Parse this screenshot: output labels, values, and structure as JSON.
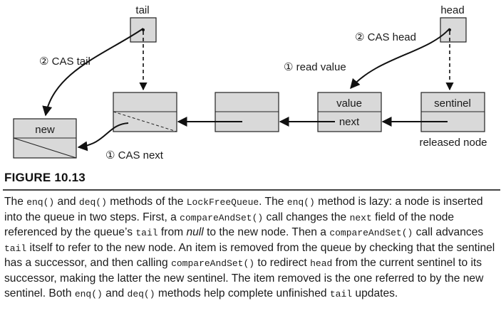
{
  "labels": {
    "tail": "tail",
    "head": "head",
    "cas_tail": "② CAS tail",
    "cas_head": "② CAS head",
    "read_value": "① read value",
    "cas_next": "① CAS next",
    "new": "new",
    "value": "value",
    "next": "next",
    "sentinel": "sentinel",
    "released_node": "released node"
  },
  "caption": {
    "title": "FIGURE 10.13",
    "p": [
      "The ",
      "enq()",
      " and ",
      "deq()",
      " methods of the ",
      "LockFreeQueue",
      ". The ",
      "enq()",
      " method is lazy: a node is inserted into the queue in two steps. First, a ",
      "compareAndSet()",
      " call changes the ",
      "next",
      " field of the node referenced by the queue’s ",
      "tail",
      " from ",
      "null",
      " to the new node. Then a ",
      "compareAndSet()",
      " call advances ",
      "tail",
      " itself to refer to the new node. An item is removed from the queue by checking that the sentinel has a successor, and then calling ",
      "compareAndSet()",
      " to redirect ",
      "head",
      " from the current sentinel to its successor, making the latter the new sentinel. The item removed is the one referred to by the new sentinel. Both ",
      "enq()",
      " and ",
      "deq()",
      " methods help complete unfinished ",
      "tail",
      " updates."
    ]
  }
}
